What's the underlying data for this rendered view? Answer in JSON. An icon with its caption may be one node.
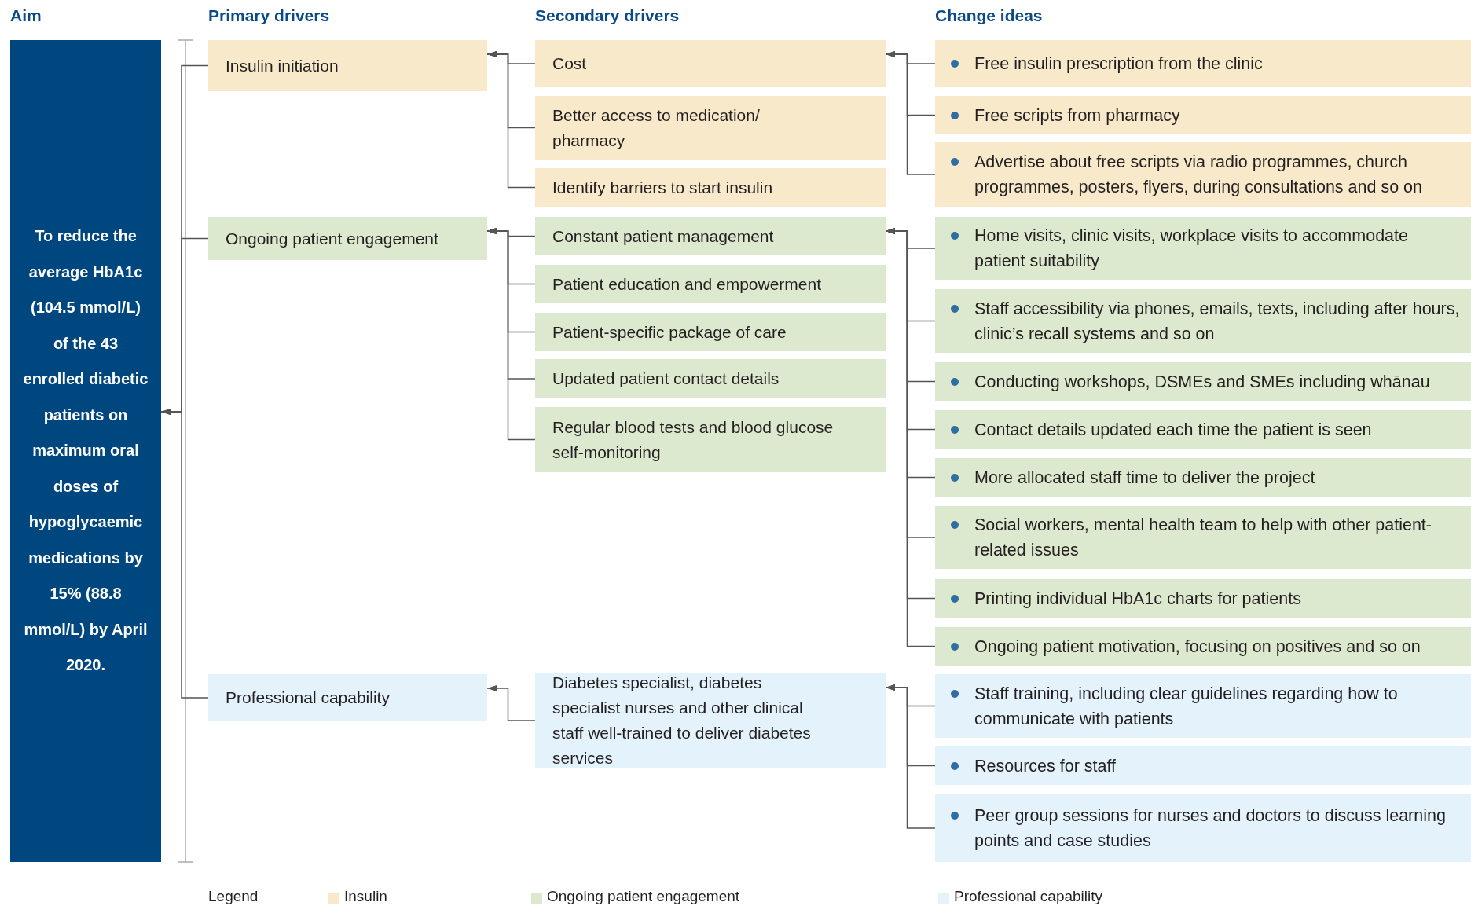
{
  "diagram": {
    "nodes": [
      {
        "text": [
          "To reduce the average HbA1c (104.5 mmol/L) of the 43 enrolled diabetic patients on maximum oral doses of hypoglycaemic medications by 15% (88.8 mmol/L) by April 2020."
        ]
      },
      {
        "text": [
          "Insulin initiation"
        ]
      },
      {
        "text": [
          "Ongoing patient engagement"
        ]
      },
      {
        "text": [
          "Professional capability"
        ]
      },
      {
        "text": [
          "Cost"
        ]
      },
      {
        "text": [
          "Better access to medication/ pharmacy"
        ]
      },
      {
        "text": [
          "Identify barriers to start insulin"
        ]
      },
      {
        "text": [
          "Constant patient management"
        ]
      },
      {
        "text": [
          "Patient education and empowerment"
        ]
      },
      {
        "text": [
          "Patient-specific package of care"
        ]
      },
      {
        "text": [
          "Updated patient contact details"
        ]
      },
      {
        "text": [
          "Regular blood tests and blood glucose self-monitoring"
        ]
      },
      {
        "text": [
          "Diabetes specialist, diabetes specialist nurses and other clinical staff well-trained to deliver diabetes services"
        ]
      },
      {
        "text": [
          "Free insulin prescription from the clinic"
        ]
      },
      {
        "text": [
          "Free scripts from pharmacy"
        ]
      },
      {
        "text": [
          "Advertise about free scripts via radio programmes, church programmes, posters, flyers, during consultations and so on"
        ]
      },
      {
        "text": [
          "Home visits, clinic visits, workplace visits to accommodate patient suitability"
        ]
      },
      {
        "text": [
          "Staff accessibility via phones, emails, texts, including after hours, clinic’s recall systems and so on"
        ]
      },
      {
        "text": [
          "Conducting workshops, DSMEs and SMEs including whānau"
        ]
      },
      {
        "text": [
          "Contact details updated each time the patient is seen"
        ]
      },
      {
        "text": [
          "More allocated staff time to deliver the project"
        ]
      },
      {
        "text": [
          "Social workers, mental health team to help with other patient-related issues"
        ]
      },
      {
        "text": [
          "Printing individual HbA1c charts for patients"
        ]
      },
      {
        "text": [
          "Ongoing patient motivation, focusing on positives and so on"
        ]
      },
      {
        "text": [
          "Staff training, including clear guidelines regarding how to communicate with patients"
        ]
      },
      {
        "text": [
          "Resources for staff"
        ]
      },
      {
        "text": [
          "Peer group sessions for nurses and doctors to discuss learning points and case studies"
        ]
      }
    ],
    "edges": [
      {
        "from": 1,
        "to": 0,
        "arrow": "to"
      },
      {
        "from": 2,
        "to": 0,
        "arrow": "to"
      },
      {
        "from": 3,
        "to": 0,
        "arrow": "to"
      },
      {
        "from": 4,
        "to": 1,
        "arrow": "to"
      },
      {
        "from": 5,
        "to": 1,
        "arrow": "to"
      },
      {
        "from": 6,
        "to": 1,
        "arrow": "to"
      },
      {
        "from": 7,
        "to": 2,
        "arrow": "to"
      },
      {
        "from": 8,
        "to": 2,
        "arrow": "to"
      },
      {
        "from": 9,
        "to": 2,
        "arrow": "to"
      },
      {
        "from": 10,
        "to": 2,
        "arrow": "to"
      },
      {
        "from": 11,
        "to": 2,
        "arrow": "to"
      },
      {
        "from": 12,
        "to": 3,
        "arrow": "to"
      },
      {
        "from": 13,
        "to": 4,
        "arrow": "to"
      },
      {
        "from": 14,
        "to": 4,
        "arrow": "to"
      },
      {
        "from": 15,
        "to": 4,
        "arrow": "to"
      },
      {
        "from": 16,
        "to": 7,
        "arrow": "to"
      },
      {
        "from": 17,
        "to": 7,
        "arrow": "to"
      },
      {
        "from": 18,
        "to": 7,
        "arrow": "to"
      },
      {
        "from": 19,
        "to": 7,
        "arrow": "to"
      },
      {
        "from": 20,
        "to": 7,
        "arrow": "to"
      },
      {
        "from": 21,
        "to": 7,
        "arrow": "to"
      },
      {
        "from": 22,
        "to": 7,
        "arrow": "to"
      },
      {
        "from": 23,
        "to": 7,
        "arrow": "to"
      },
      {
        "from": 24,
        "to": 12,
        "arrow": "to"
      },
      {
        "from": 25,
        "to": 12,
        "arrow": "to"
      },
      {
        "from": 26,
        "to": 12,
        "arrow": "to"
      }
    ],
    "labels": [
      "Aim",
      "Primary drivers",
      "Secondary drivers",
      "Change ideas",
      "Legend"
    ],
    "legend": [
      {
        "text": "Insulin",
        "color": "#f7e9c9"
      },
      {
        "text": "Ongoing patient engagement",
        "color": "#dde9cf"
      },
      {
        "text": "Professional capability",
        "color": "#e3f2fb"
      }
    ]
  }
}
